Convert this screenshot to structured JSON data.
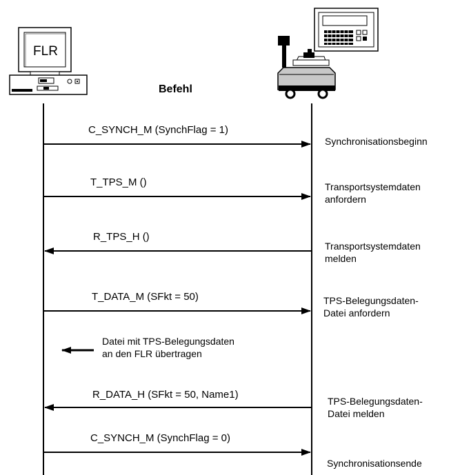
{
  "header": {
    "left_device_label": "FLR",
    "column_title": "Befehl"
  },
  "messages": [
    {
      "label": "C_SYNCH_M (SynchFlag = 1)",
      "direction": "right",
      "note": [
        "Synchronisationsbeginn"
      ]
    },
    {
      "label": "T_TPS_M ()",
      "direction": "right",
      "note": [
        "Transportsystemdaten",
        "anfordern"
      ]
    },
    {
      "label": "R_TPS_H ()",
      "direction": "left",
      "note": [
        "Transportsystemdaten",
        "melden"
      ]
    },
    {
      "label": "T_DATA_M (SFkt = 50)",
      "direction": "right",
      "note": [
        "TPS-Belegungsdaten-",
        "Datei anfordern"
      ]
    },
    {
      "label": "R_DATA_H (SFkt = 50, Name1)",
      "direction": "left",
      "note": [
        "TPS-Belegungsdaten-",
        "Datei melden"
      ]
    },
    {
      "label": "C_SYNCH_M (SynchFlag = 0)",
      "direction": "right",
      "note": [
        "Synchronisationsende"
      ]
    }
  ],
  "transfer_note": [
    "Datei mit TPS-Belegungsdaten",
    "an den FLR übertragen"
  ],
  "colors": {
    "line": "#000000",
    "device_fill": "#ffffff",
    "vehicle_body": "#c8c8c8"
  }
}
